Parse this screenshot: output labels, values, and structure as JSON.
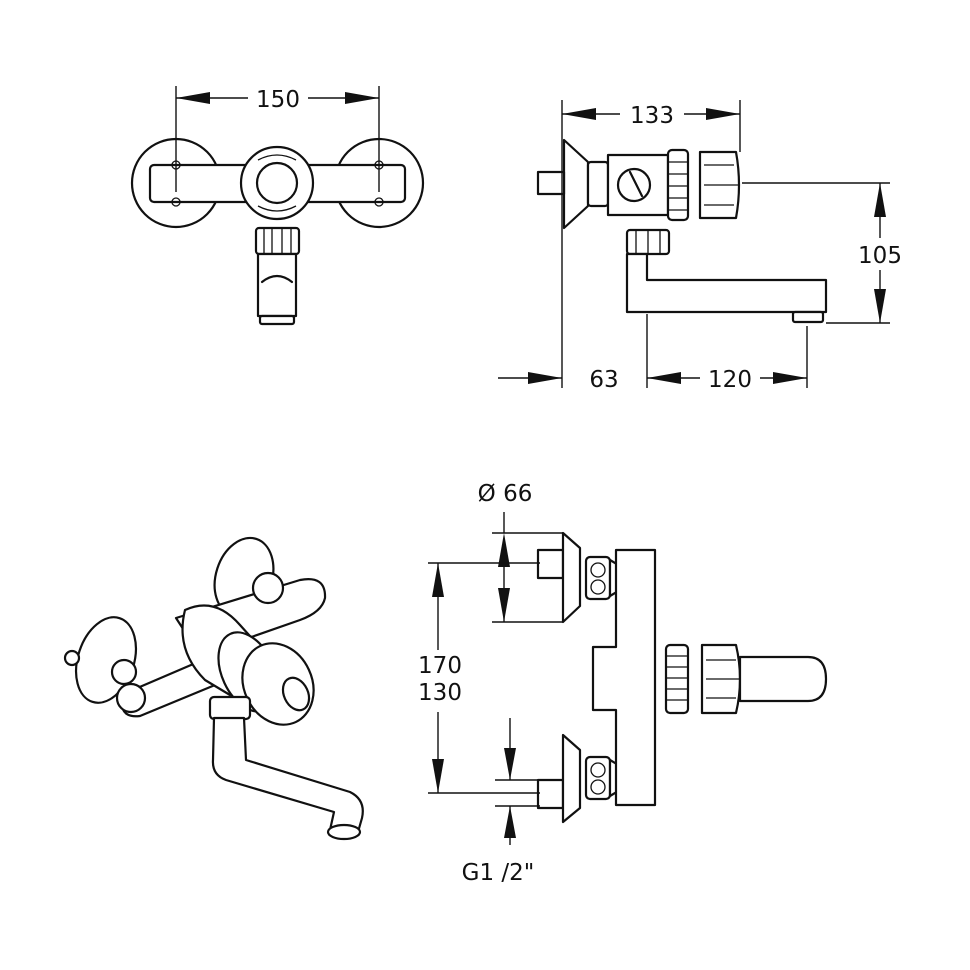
{
  "diagram": {
    "line_color": "#111111",
    "background": "#ffffff",
    "dimensions": {
      "front_width": "150",
      "side_depth": "133",
      "side_height": "105",
      "wall_offset": "63",
      "spout_reach": "120",
      "rosette_diameter": "Ø 66",
      "centers_max": "170",
      "centers_min": "130",
      "thread": "G1 /2\""
    }
  }
}
